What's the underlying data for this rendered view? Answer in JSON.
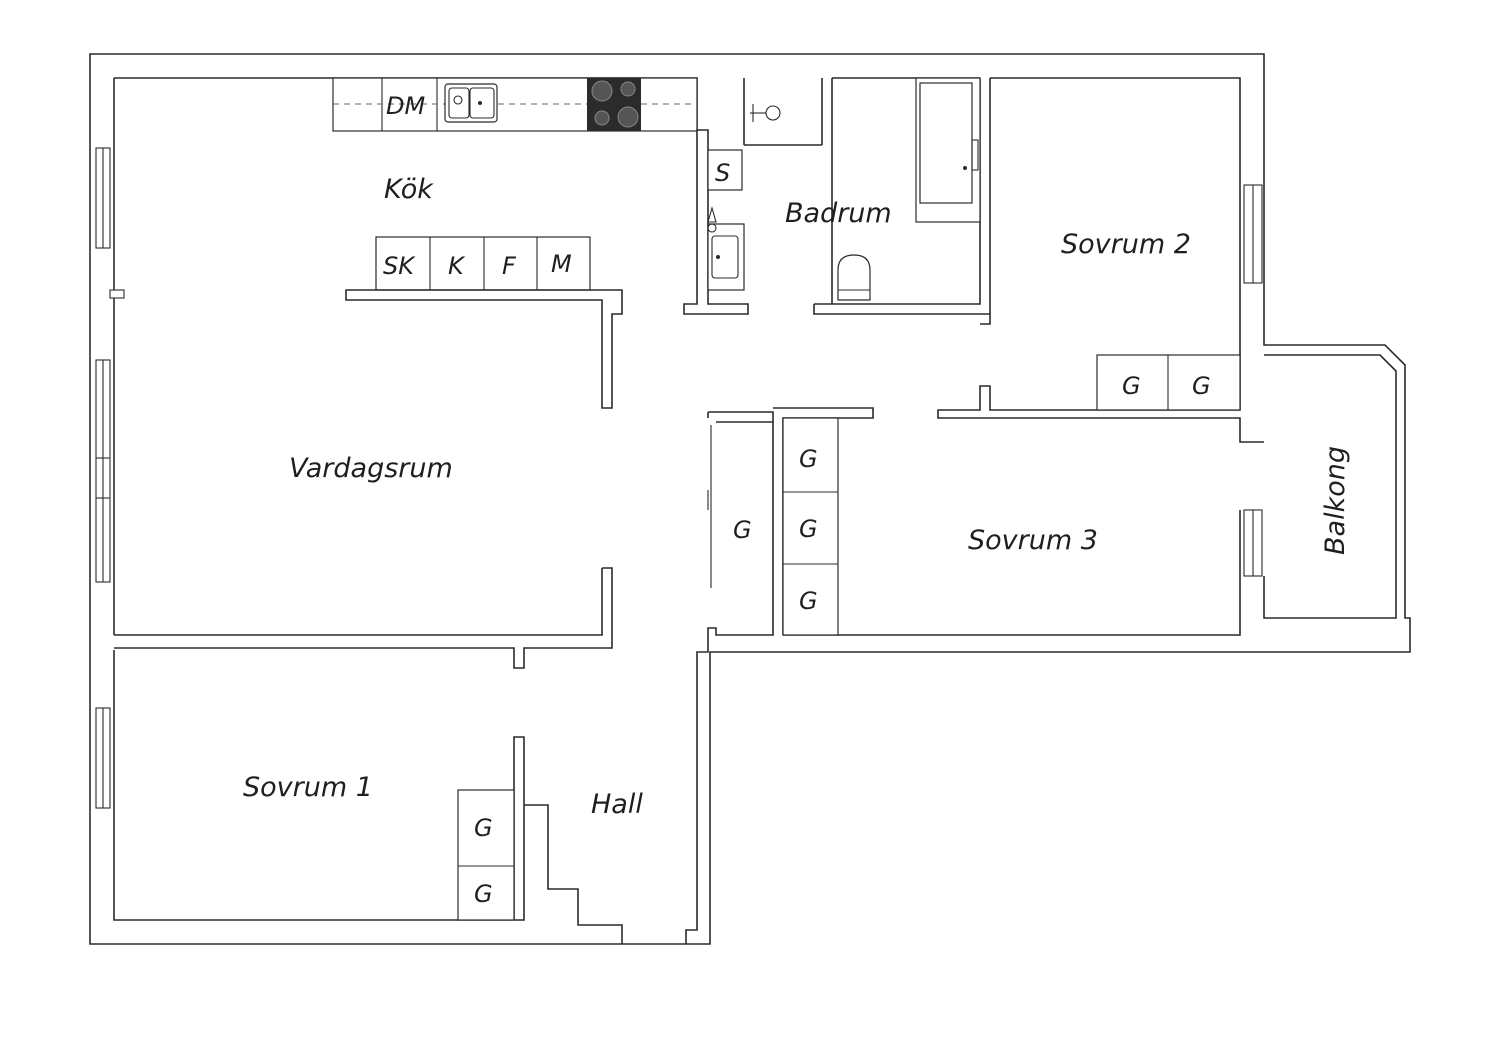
{
  "rooms": {
    "kok": "Kök",
    "badrum": "Badrum",
    "sovrum2": "Sovrum 2",
    "vardagsrum": "Vardagsrum",
    "sovrum3": "Sovrum 3",
    "balkong": "Balkong",
    "sovrum1": "Sovrum 1",
    "hall": "Hall"
  },
  "units": {
    "dm": "DM",
    "sk": "SK",
    "k": "K",
    "f": "F",
    "m": "M",
    "s": "S",
    "g": "G"
  },
  "icons": [
    "sink-icon",
    "stove-icon",
    "bathtub-icon",
    "toilet-icon",
    "washbasin-icon",
    "shower-icon"
  ]
}
